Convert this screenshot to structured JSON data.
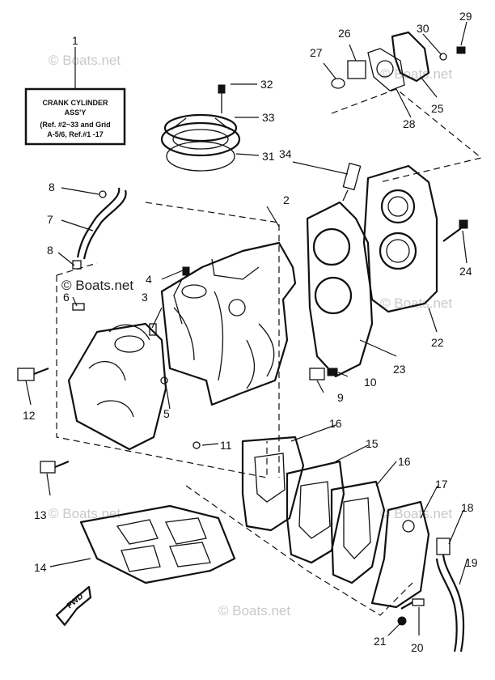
{
  "caption_box": {
    "line1": "CRANK CYLINDER",
    "line2": "ASS'Y",
    "line3": "(Ref. #2~33 and Grid",
    "line4": "A-5/6, Ref.#1 -17"
  },
  "watermarks": [
    "© Boats.net",
    "© Boats.net",
    "© Boats.net",
    "© Boats.net",
    "© Boats.net",
    "© Boats.net"
  ],
  "fwd_label": "FWD",
  "parts": [
    {
      "id": "1",
      "label": "1"
    },
    {
      "id": "2",
      "label": "2"
    },
    {
      "id": "3",
      "label": "3"
    },
    {
      "id": "4",
      "label": "4"
    },
    {
      "id": "5",
      "label": "5"
    },
    {
      "id": "6",
      "label": "6"
    },
    {
      "id": "7",
      "label": "7"
    },
    {
      "id": "8a",
      "label": "8"
    },
    {
      "id": "8b",
      "label": "8"
    },
    {
      "id": "9",
      "label": "9"
    },
    {
      "id": "10",
      "label": "10"
    },
    {
      "id": "11",
      "label": "11"
    },
    {
      "id": "12",
      "label": "12"
    },
    {
      "id": "13",
      "label": "13"
    },
    {
      "id": "14",
      "label": "14"
    },
    {
      "id": "15",
      "label": "15"
    },
    {
      "id": "16a",
      "label": "16"
    },
    {
      "id": "16b",
      "label": "16"
    },
    {
      "id": "17",
      "label": "17"
    },
    {
      "id": "18",
      "label": "18"
    },
    {
      "id": "19",
      "label": "19"
    },
    {
      "id": "20",
      "label": "20"
    },
    {
      "id": "21",
      "label": "21"
    },
    {
      "id": "22",
      "label": "22"
    },
    {
      "id": "23",
      "label": "23"
    },
    {
      "id": "24",
      "label": "24"
    },
    {
      "id": "25",
      "label": "25"
    },
    {
      "id": "26",
      "label": "26"
    },
    {
      "id": "27",
      "label": "27"
    },
    {
      "id": "28",
      "label": "28"
    },
    {
      "id": "29",
      "label": "29"
    },
    {
      "id": "30",
      "label": "30"
    },
    {
      "id": "31",
      "label": "31"
    },
    {
      "id": "32",
      "label": "32"
    },
    {
      "id": "33",
      "label": "33"
    },
    {
      "id": "34",
      "label": "34"
    }
  ]
}
